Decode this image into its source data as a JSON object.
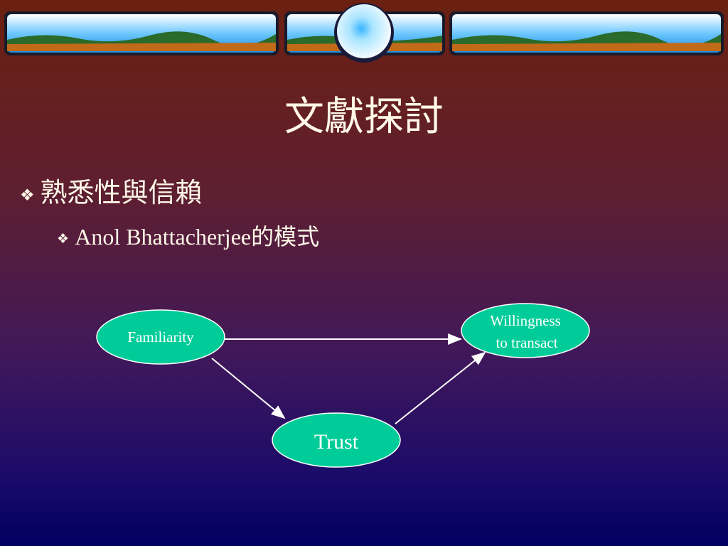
{
  "slide": {
    "title": "文獻探討",
    "bullets": [
      {
        "level": 1,
        "text": "熟悉性與信賴"
      },
      {
        "level": 2,
        "text": "Anol Bhattacherjee的模式"
      }
    ],
    "bullet_marker": "❖"
  },
  "diagram": {
    "nodes": {
      "familiarity": "Familiarity",
      "willingness_line1": "Willingness",
      "willingness_line2": "to transact",
      "trust": "Trust"
    },
    "edges": [
      {
        "from": "Familiarity",
        "to": "Willingness to transact"
      },
      {
        "from": "Familiarity",
        "to": "Trust"
      },
      {
        "from": "Trust",
        "to": "Willingness to transact"
      }
    ],
    "colors": {
      "node_fill": "#00cc99",
      "node_text": "#ffffff",
      "arrow": "#ffffff"
    }
  }
}
